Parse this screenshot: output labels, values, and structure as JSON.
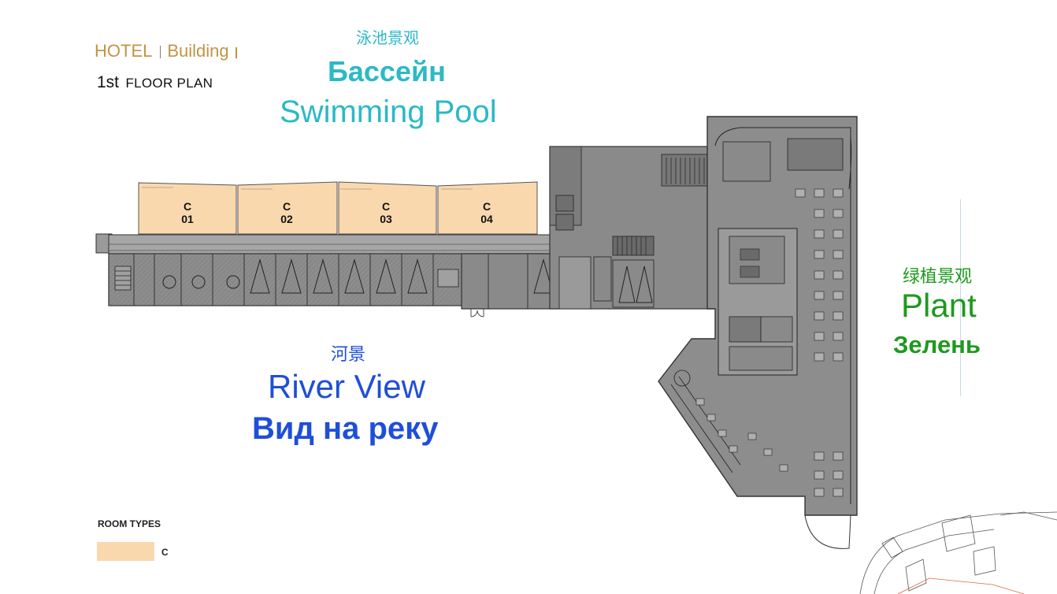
{
  "header": {
    "hotel": "HOTEL",
    "building": "Building",
    "floor_number": "1st",
    "floor_label": "FLOOR PLAN"
  },
  "pool": {
    "cn": "泳池景观",
    "ru": "Бассейн",
    "en": "Swimming Pool",
    "color": "#2cb9c6"
  },
  "river": {
    "cn": "河景",
    "en": "River View",
    "ru": "Вид на реку",
    "color": "#1f4fd8"
  },
  "plant": {
    "cn": "绿植景观",
    "en": "Plant",
    "ru": "Зелень",
    "color": "#1d9a1d"
  },
  "rooms": [
    {
      "type": "C",
      "number": "01"
    },
    {
      "type": "C",
      "number": "02"
    },
    {
      "type": "C",
      "number": "03"
    },
    {
      "type": "C",
      "number": "04"
    }
  ],
  "legend": {
    "title": "ROOM TYPES",
    "items": [
      {
        "label": "C",
        "color": "#fad8ae"
      }
    ]
  },
  "colors": {
    "plan_fill": "#8d8d8d",
    "plan_dark": "#6f6f6f",
    "plan_line": "#333333",
    "room_fill": "#fad8ae"
  }
}
